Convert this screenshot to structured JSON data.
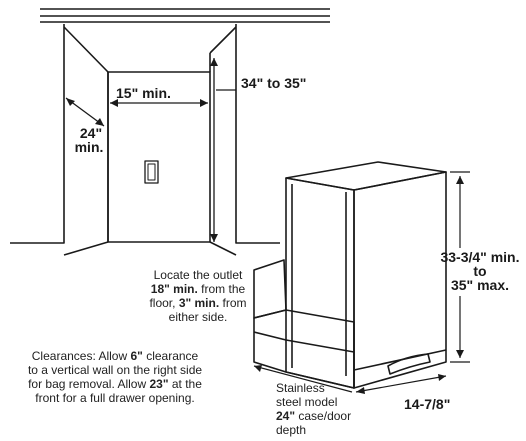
{
  "dimensions": {
    "width_min": "15\" min.",
    "height_range": "34\" to 35\"",
    "depth_line1": "24\"",
    "depth_line2": "min.",
    "unit_height_line1": "33-3/4\" min.",
    "unit_height_line2": "to",
    "unit_height_line3": "35\" max.",
    "unit_width": "14-7/8\""
  },
  "outlet_note": {
    "line1": "Locate the outlet",
    "line2_bold": "18\" min.",
    "line2_rest": " from the",
    "line3_pre": "floor, ",
    "line3_bold": "3\" min.",
    "line3_rest": " from",
    "line4": "either side."
  },
  "clearance_note": {
    "line1_pre": "Clearances: Allow ",
    "line1_bold": "6\"",
    "line1_rest": " clearance",
    "line2": "to a vertical wall on the right side",
    "line3_pre": "for bag removal. Allow ",
    "line3_bold": "23\"",
    "line3_rest": " at the",
    "line4": "front for a full drawer opening."
  },
  "model_note": {
    "line1": "Stainless",
    "line2": "steel model",
    "line3_bold": "24\"",
    "line3_rest": " case/door",
    "line4": "depth"
  }
}
